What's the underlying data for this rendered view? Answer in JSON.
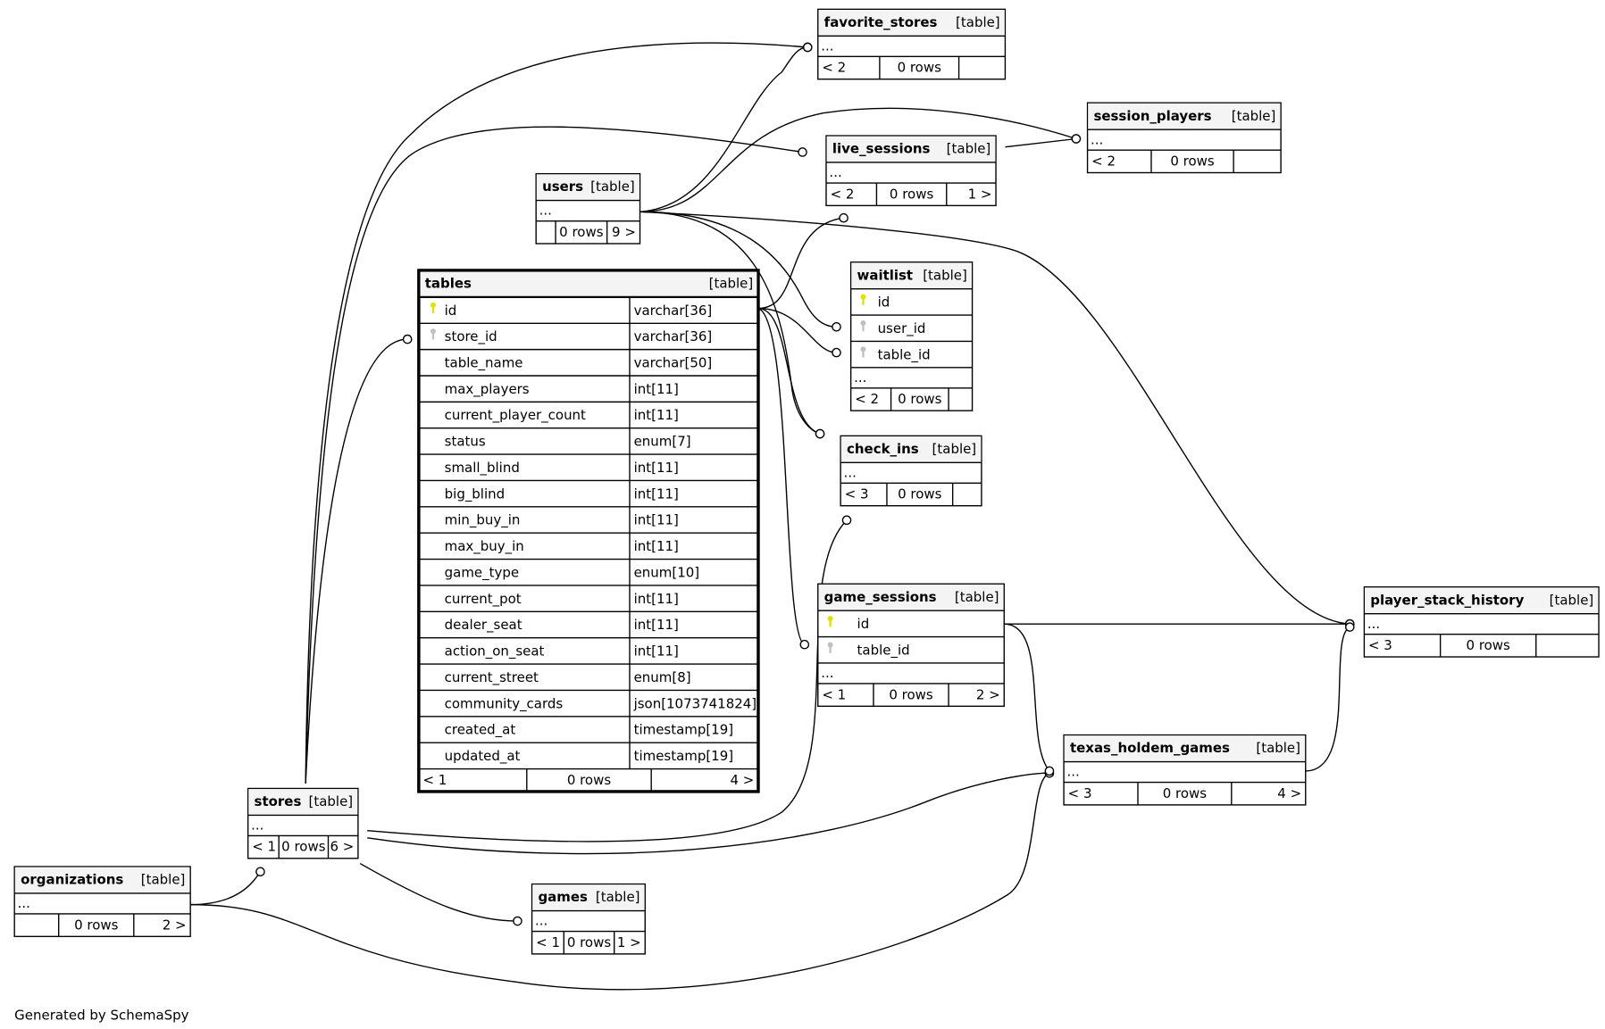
{
  "tables": [
    {
      "name": "favorite_stores",
      "label": "[table]",
      "rows": [],
      "ellipsis": "...",
      "footer": [
        "< 2",
        "0 rows",
        ""
      ]
    },
    {
      "name": "session_players",
      "label": "[table]",
      "rows": [],
      "ellipsis": "...",
      "footer": [
        "< 2",
        "0 rows",
        ""
      ]
    },
    {
      "name": "live_sessions",
      "label": "[table]",
      "rows": [],
      "ellipsis": "...",
      "footer": [
        "< 2",
        "0 rows",
        "1 >"
      ]
    },
    {
      "name": "users",
      "label": "[table]",
      "rows": [],
      "ellipsis": "...",
      "footer": [
        "",
        "0 rows",
        "9 >"
      ]
    },
    {
      "name": "tables",
      "label": "[table]",
      "selected": true,
      "ellipsis": "",
      "footer": [
        "< 1",
        "0 rows",
        "4 >"
      ],
      "rows": [
        {
          "col": "id",
          "type": "varchar[36]",
          "key": "primary"
        },
        {
          "col": "store_id",
          "type": "varchar[36]",
          "key": "foreign"
        },
        {
          "col": "table_name",
          "type": "varchar[50]"
        },
        {
          "col": "max_players",
          "type": "int[11]"
        },
        {
          "col": "current_player_count",
          "type": "int[11]"
        },
        {
          "col": "status",
          "type": "enum[7]"
        },
        {
          "col": "small_blind",
          "type": "int[11]"
        },
        {
          "col": "big_blind",
          "type": "int[11]"
        },
        {
          "col": "min_buy_in",
          "type": "int[11]"
        },
        {
          "col": "max_buy_in",
          "type": "int[11]"
        },
        {
          "col": "game_type",
          "type": "enum[10]"
        },
        {
          "col": "current_pot",
          "type": "int[11]"
        },
        {
          "col": "dealer_seat",
          "type": "int[11]"
        },
        {
          "col": "action_on_seat",
          "type": "int[11]"
        },
        {
          "col": "current_street",
          "type": "enum[8]"
        },
        {
          "col": "community_cards",
          "type": "json[1073741824]"
        },
        {
          "col": "created_at",
          "type": "timestamp[19]"
        },
        {
          "col": "updated_at",
          "type": "timestamp[19]"
        }
      ]
    },
    {
      "name": "waitlist",
      "label": "[table]",
      "ellipsis": "...",
      "footer": [
        "< 2",
        "0 rows",
        ""
      ],
      "rows": [
        {
          "col": "id",
          "key": "primary"
        },
        {
          "col": "user_id",
          "key": "foreign"
        },
        {
          "col": "table_id",
          "key": "foreign"
        }
      ]
    },
    {
      "name": "check_ins",
      "label": "[table]",
      "rows": [],
      "ellipsis": "...",
      "footer": [
        "< 3",
        "0 rows",
        ""
      ]
    },
    {
      "name": "game_sessions",
      "label": "[table]",
      "ellipsis": "...",
      "footer": [
        "< 1",
        "0 rows",
        "2 >"
      ],
      "rows": [
        {
          "col": "id",
          "key": "primary"
        },
        {
          "col": "table_id",
          "key": "foreign"
        }
      ]
    },
    {
      "name": "player_stack_history",
      "label": "[table]",
      "rows": [],
      "ellipsis": "...",
      "footer": [
        "< 3",
        "0 rows",
        ""
      ]
    },
    {
      "name": "texas_holdem_games",
      "label": "[table]",
      "rows": [],
      "ellipsis": "...",
      "footer": [
        "< 3",
        "0 rows",
        "4 >"
      ]
    },
    {
      "name": "stores",
      "label": "[table]",
      "rows": [],
      "ellipsis": "...",
      "footer": [
        "< 1",
        "0 rows",
        "6 >"
      ]
    },
    {
      "name": "organizations",
      "label": "[table]",
      "rows": [],
      "ellipsis": "...",
      "footer": [
        "",
        "0 rows",
        "2 >"
      ]
    },
    {
      "name": "games",
      "label": "[table]",
      "rows": [],
      "ellipsis": "...",
      "footer": [
        "< 1",
        "0 rows",
        "1 >"
      ]
    }
  ],
  "relationships": [
    {
      "from": "stores",
      "to": "favorite_stores"
    },
    {
      "from": "stores",
      "to": "live_sessions"
    },
    {
      "from": "stores",
      "to": "tables.store_id"
    },
    {
      "from": "users",
      "to": "favorite_stores"
    },
    {
      "from": "users",
      "to": "session_players"
    },
    {
      "from": "users",
      "to": "waitlist.user_id"
    },
    {
      "from": "users",
      "to": "check_ins"
    },
    {
      "from": "users",
      "to": "player_stack_history"
    },
    {
      "from": "tables.id",
      "to": "live_sessions"
    },
    {
      "from": "tables.id",
      "to": "waitlist.table_id"
    },
    {
      "from": "tables.id",
      "to": "check_ins"
    },
    {
      "from": "tables.id",
      "to": "game_sessions.table_id"
    },
    {
      "from": "live_sessions",
      "to": "session_players"
    },
    {
      "from": "stores",
      "to": "check_ins"
    },
    {
      "from": "stores",
      "to": "texas_holdem_games"
    },
    {
      "from": "stores",
      "to": "games"
    },
    {
      "from": "organizations",
      "to": "stores"
    },
    {
      "from": "organizations",
      "to": "texas_holdem_games"
    },
    {
      "from": "game_sessions.id",
      "to": "player_stack_history"
    },
    {
      "from": "game_sessions.id",
      "to": "texas_holdem_games"
    },
    {
      "from": "texas_holdem_games",
      "to": "player_stack_history"
    }
  ],
  "colors": {
    "primary_key": "#e0e000",
    "foreign_key": "#c0c0c0",
    "header_bg": "#f4f4f4"
  },
  "footer_text": "Generated by SchemaSpy"
}
